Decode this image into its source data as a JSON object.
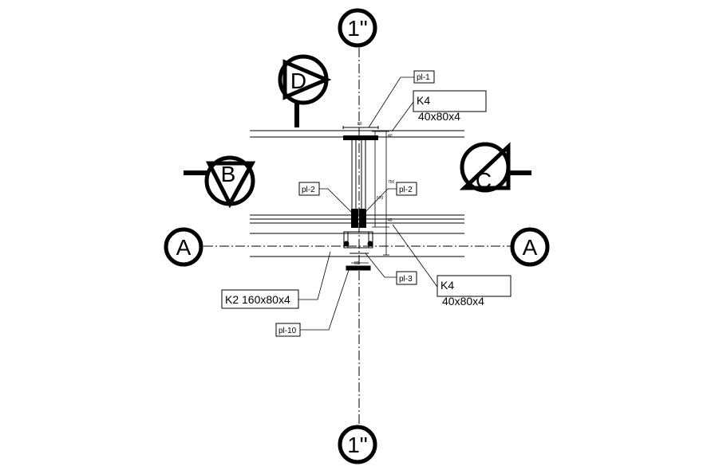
{
  "grid": {
    "top_label": "1\"",
    "bottom_label": "1\"",
    "left_label": "A",
    "right_label": "A"
  },
  "sections": {
    "d_label": "D",
    "b_label": "B",
    "c_label": "C"
  },
  "tags": {
    "pl1": "pl-1",
    "pl2_left": "pl-2",
    "pl2_right": "pl-2",
    "pl3": "pl-3",
    "pl10": "pl-10"
  },
  "callouts": {
    "k4_top_name": "K4",
    "k4_top_size": "40x80x4",
    "k4_bottom_name": "K4",
    "k4_bottom_size": "40x80x4",
    "k2": "K2 160x80x4"
  },
  "dims": {
    "d1": "80",
    "d2": "750",
    "d3": "670",
    "d4": "40",
    "d5": "40",
    "d6": "80"
  },
  "colors": {
    "ink": "#000000",
    "paper": "#ffffff"
  }
}
